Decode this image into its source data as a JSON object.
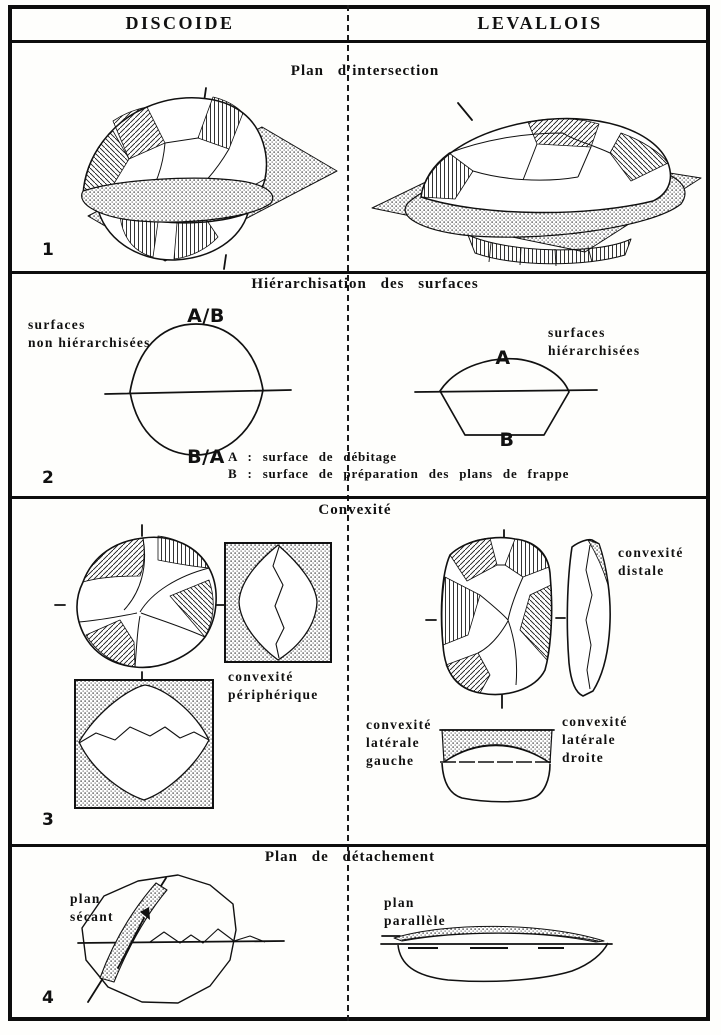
{
  "colors": {
    "ink": "#111111",
    "paper": "#fefefc"
  },
  "header": {
    "left_column": "DISCOIDE",
    "right_column": "LEVALLOIS"
  },
  "panel1": {
    "number": "1",
    "title": "Plan d'intersection"
  },
  "panel2": {
    "number": "2",
    "title": "Hiérarchisation des surfaces",
    "left_caption": "surfaces\nnon hiérarchisées",
    "right_caption": "surfaces\nhiérarchisées",
    "label_ab": "A/B",
    "label_ba": "B/A",
    "label_a": "A",
    "label_b": "B",
    "legend_a": "A : surface de débitage",
    "legend_b": "B : surface de préparation des plans de frappe"
  },
  "panel3": {
    "number": "3",
    "title": "Convexité",
    "label_peripheral": "convexité\npériphérique",
    "label_distal": "convexité\ndistale",
    "label_lateral_left": "convexité\nlatérale\ngauche",
    "label_lateral_right": "convexité\nlatérale\ndroite"
  },
  "panel4": {
    "number": "4",
    "title": "Plan de détachement",
    "left_label": "plan\nsécant",
    "right_label": "plan\nparallèle"
  }
}
